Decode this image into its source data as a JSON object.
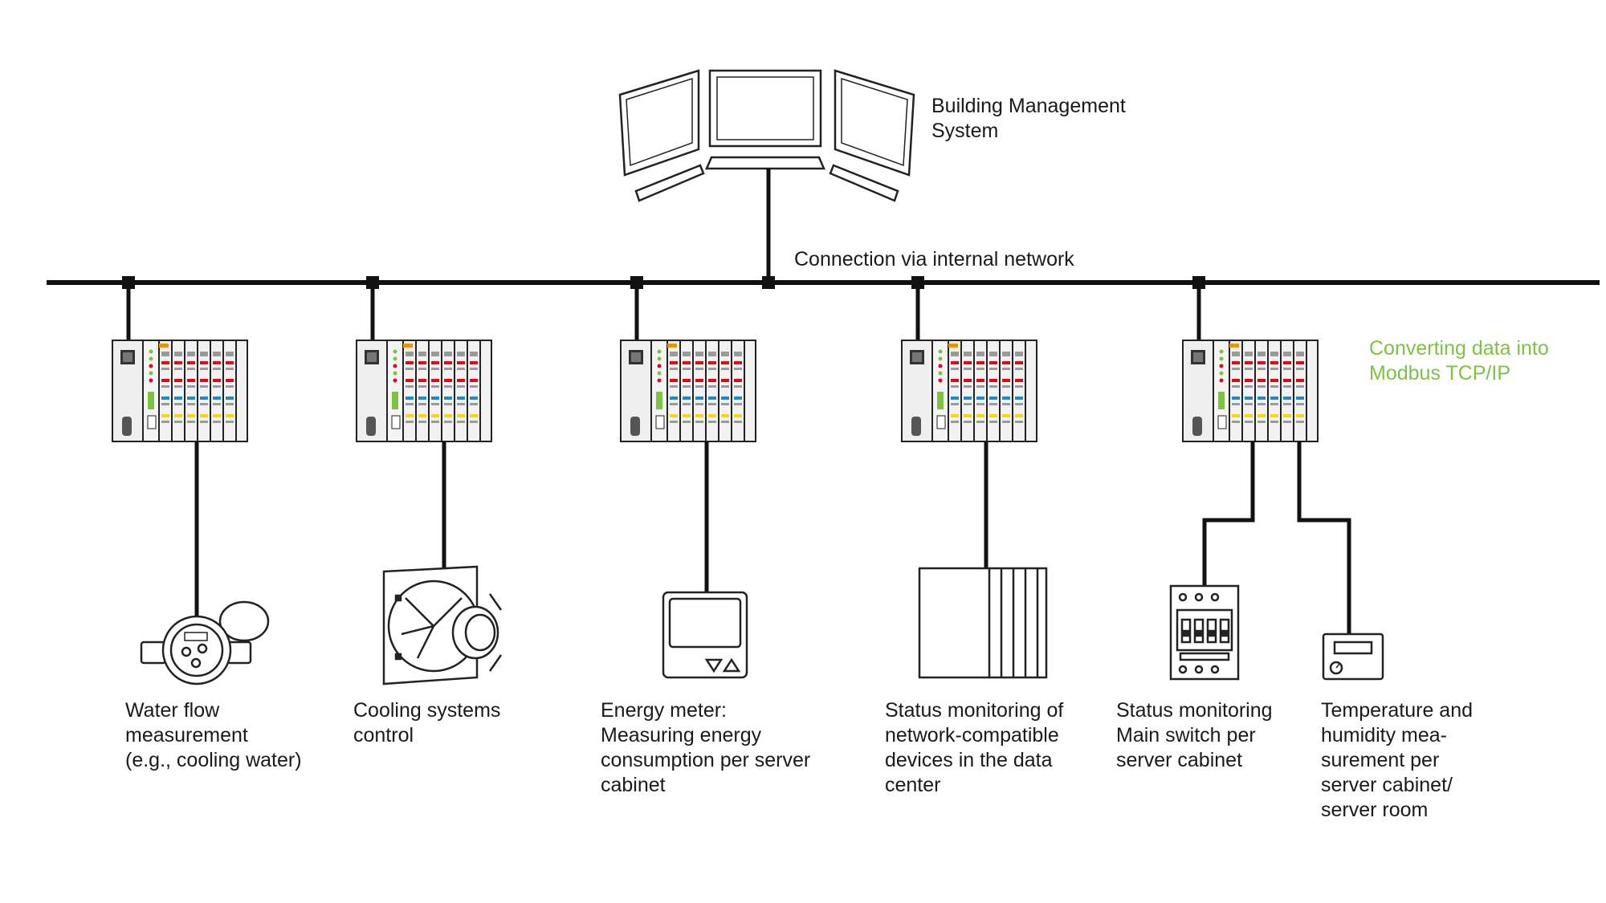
{
  "header": {
    "bms_label": "Building Management\nSystem",
    "network_label": "Connection via internal network",
    "protocol_label": "Converting data into\nModbus TCP/IP"
  },
  "devices": [
    {
      "name": "water-flow",
      "icon": "water-meter-icon",
      "label": "Water flow\nmeasurement\n(e.g., cooling water)"
    },
    {
      "name": "cooling",
      "icon": "fan-icon",
      "label": "Cooling systems\ncontrol"
    },
    {
      "name": "energy-meter",
      "icon": "energy-meter-icon",
      "label": "Energy meter:\nMeasuring energy\nconsumption per server\ncabinet"
    },
    {
      "name": "network-devices",
      "icon": "server-cabinet-icon",
      "label": "Status monitoring of\nnetwork-compatible\ndevices in the data\ncenter"
    },
    {
      "name": "main-switch",
      "icon": "main-switch-icon",
      "label": "Status monitoring\nMain switch per\nserver cabinet"
    },
    {
      "name": "temp-humidity",
      "icon": "thermostat-icon",
      "label": "Temperature and\nhumidity mea-\nsurement per\nserver cabinet/\nserver room"
    }
  ],
  "colors": {
    "line": "#111111",
    "accent_green": "#7dc242",
    "module_red": "#e30613",
    "module_blue": "#1e88d4",
    "module_yellow": "#ffd500",
    "module_orange": "#f39200",
    "module_gray": "#9a9a9a"
  }
}
